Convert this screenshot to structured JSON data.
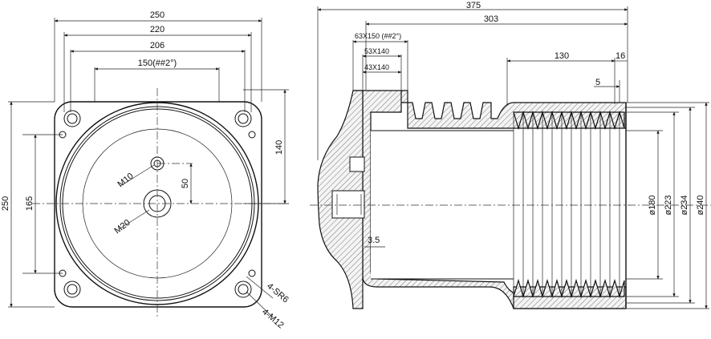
{
  "front_view": {
    "dims": {
      "w250": "250",
      "w220": "220",
      "w206": "206",
      "w150": "150(##2°)",
      "h140": "140",
      "h50": "50",
      "h250": "250",
      "h165": "165"
    },
    "labels": {
      "m10": "M10",
      "m20": "M20",
      "sr6": "4-SR6",
      "m12": "4-M12"
    }
  },
  "side_view": {
    "dims": {
      "l375": "375",
      "l303": "303",
      "l130": "130",
      "l16": "16",
      "l5": "5",
      "t63": "63X150 (##2°)",
      "t53": "53X140",
      "t43": "43X140",
      "t35": "3.5"
    },
    "diameters": {
      "d180": "ø180",
      "d223": "ø223",
      "d234": "ø234",
      "d240": "ø240"
    }
  }
}
